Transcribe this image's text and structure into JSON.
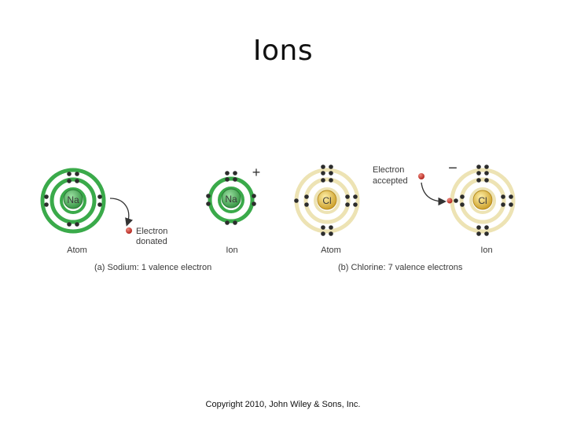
{
  "title": "Ions",
  "copyright": "Copyright 2010, John Wiley & Sons, Inc.",
  "colors": {
    "sodium_shell": "#3aaa4a",
    "sodium_nucleus": "#3f9e4c",
    "chlorine_shell": "#ede3b4",
    "chlorine_nucleus": "#d8a82c",
    "electron": "#2c2c2c",
    "transferred_electron": "#c8312c",
    "arrow": "#333333"
  },
  "atoms": {
    "sodium_atom": {
      "symbol": "Na",
      "caption": "Atom"
    },
    "sodium_ion": {
      "symbol": "Na",
      "caption": "Ion",
      "charge": "+"
    },
    "chlorine_atom": {
      "symbol": "Cl",
      "caption": "Atom"
    },
    "chlorine_ion": {
      "symbol": "Cl",
      "caption": "Ion",
      "charge": "−"
    }
  },
  "transfers": {
    "donated": {
      "line1": "Electron",
      "line2": "donated"
    },
    "accepted": {
      "line1": "Electron",
      "line2": "accepted"
    }
  },
  "panels": {
    "a": "(a) Sodium: 1 valence electron",
    "b": "(b) Chlorine: 7 valence electrons"
  }
}
